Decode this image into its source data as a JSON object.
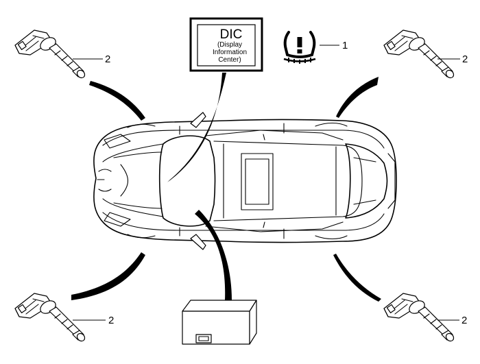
{
  "dic_label": {
    "title": "DIC",
    "line1": "(Display",
    "line2": "Information",
    "line3": "Center)"
  },
  "warning_light": {
    "icon": "tire-pressure-warning-icon",
    "callout": "1"
  },
  "sensors": [
    {
      "position": "front-left",
      "callout": "2"
    },
    {
      "position": "front-right",
      "callout": "2"
    },
    {
      "position": "rear-left",
      "callout": "2"
    },
    {
      "position": "rear-right",
      "callout": "2"
    }
  ]
}
